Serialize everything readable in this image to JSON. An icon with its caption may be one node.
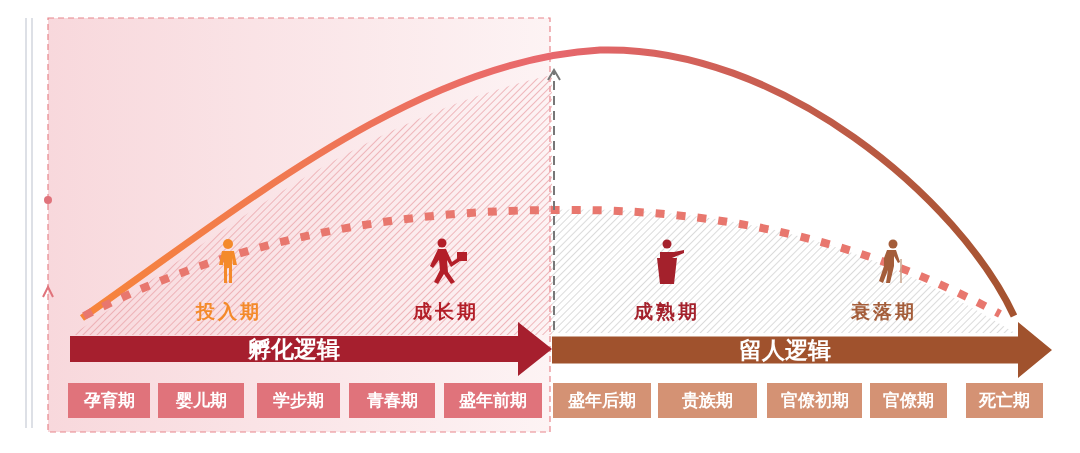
{
  "diagram": {
    "nodes": [
      {
        "text": [
          "孵化逻辑"
        ]
      },
      {
        "text": [
          "留人逻辑"
        ]
      },
      {
        "text": [
          "孕育期"
        ]
      },
      {
        "text": [
          "婴儿期"
        ]
      },
      {
        "text": [
          "学步期"
        ]
      },
      {
        "text": [
          "青春期"
        ]
      },
      {
        "text": [
          "盛年前期"
        ]
      },
      {
        "text": [
          "盛年后期"
        ]
      },
      {
        "text": [
          "贵族期"
        ]
      },
      {
        "text": [
          "官僚初期"
        ]
      },
      {
        "text": [
          "官僚期"
        ]
      },
      {
        "text": [
          "死亡期"
        ]
      }
    ],
    "labels": [
      "投入期",
      "成长期",
      "成熟期",
      "衰落期"
    ]
  }
}
